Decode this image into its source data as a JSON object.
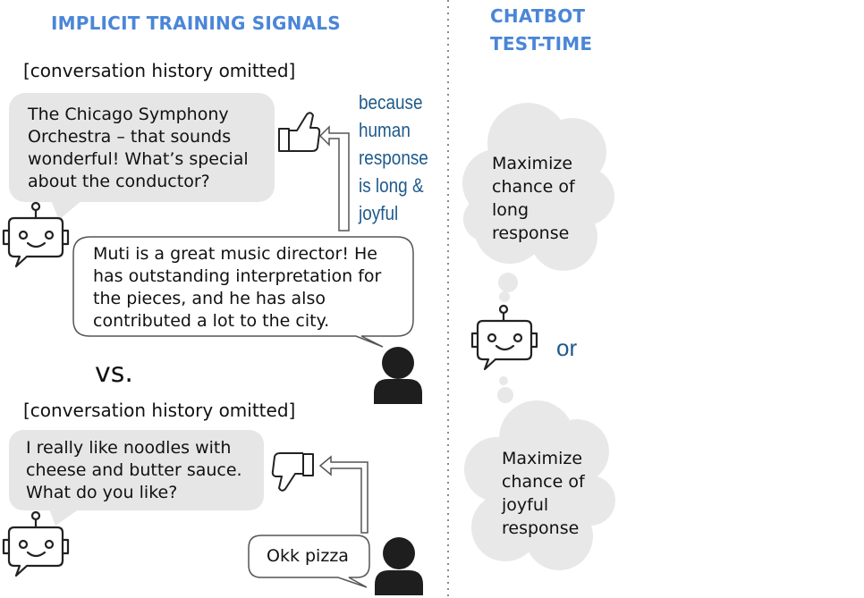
{
  "left": {
    "title": "IMPLICIT TRAINING SIGNALS",
    "example1": {
      "history": "[conversation history omitted]",
      "bot_message": [
        "The Chicago Symphony",
        "Orchestra – that sounds",
        "wonderful! What’s special",
        "about the conductor?"
      ],
      "human_message": [
        "Muti is a great music director! He",
        "has outstanding interpretation for",
        "the pieces, and he has also",
        "contributed a lot to the city."
      ],
      "feedback_icon": "thumbs-up-icon",
      "reason": [
        "because",
        "human",
        "response",
        "is long &",
        "joyful"
      ]
    },
    "vs_label": "vs.",
    "example2": {
      "history": "[conversation history omitted]",
      "bot_message": [
        "I really like noodles with",
        "cheese and butter sauce.",
        "What do you like?"
      ],
      "human_message": "Okk pizza",
      "feedback_icon": "thumbs-down-icon"
    }
  },
  "right": {
    "title": [
      "CHATBOT",
      "TEST-TIME"
    ],
    "thought_top": [
      "Maximize",
      "chance of",
      "long",
      "response"
    ],
    "or_label": "or",
    "thought_bottom": [
      "Maximize",
      "chance of",
      "joyful",
      "response"
    ]
  },
  "colors": {
    "header": "#4a86d8",
    "reason_text": "#1f5b8c",
    "bot_bubble": "#e6e6e6",
    "thought_cloud": "#e8e8e8",
    "human_icon": "#1e1e1e"
  }
}
